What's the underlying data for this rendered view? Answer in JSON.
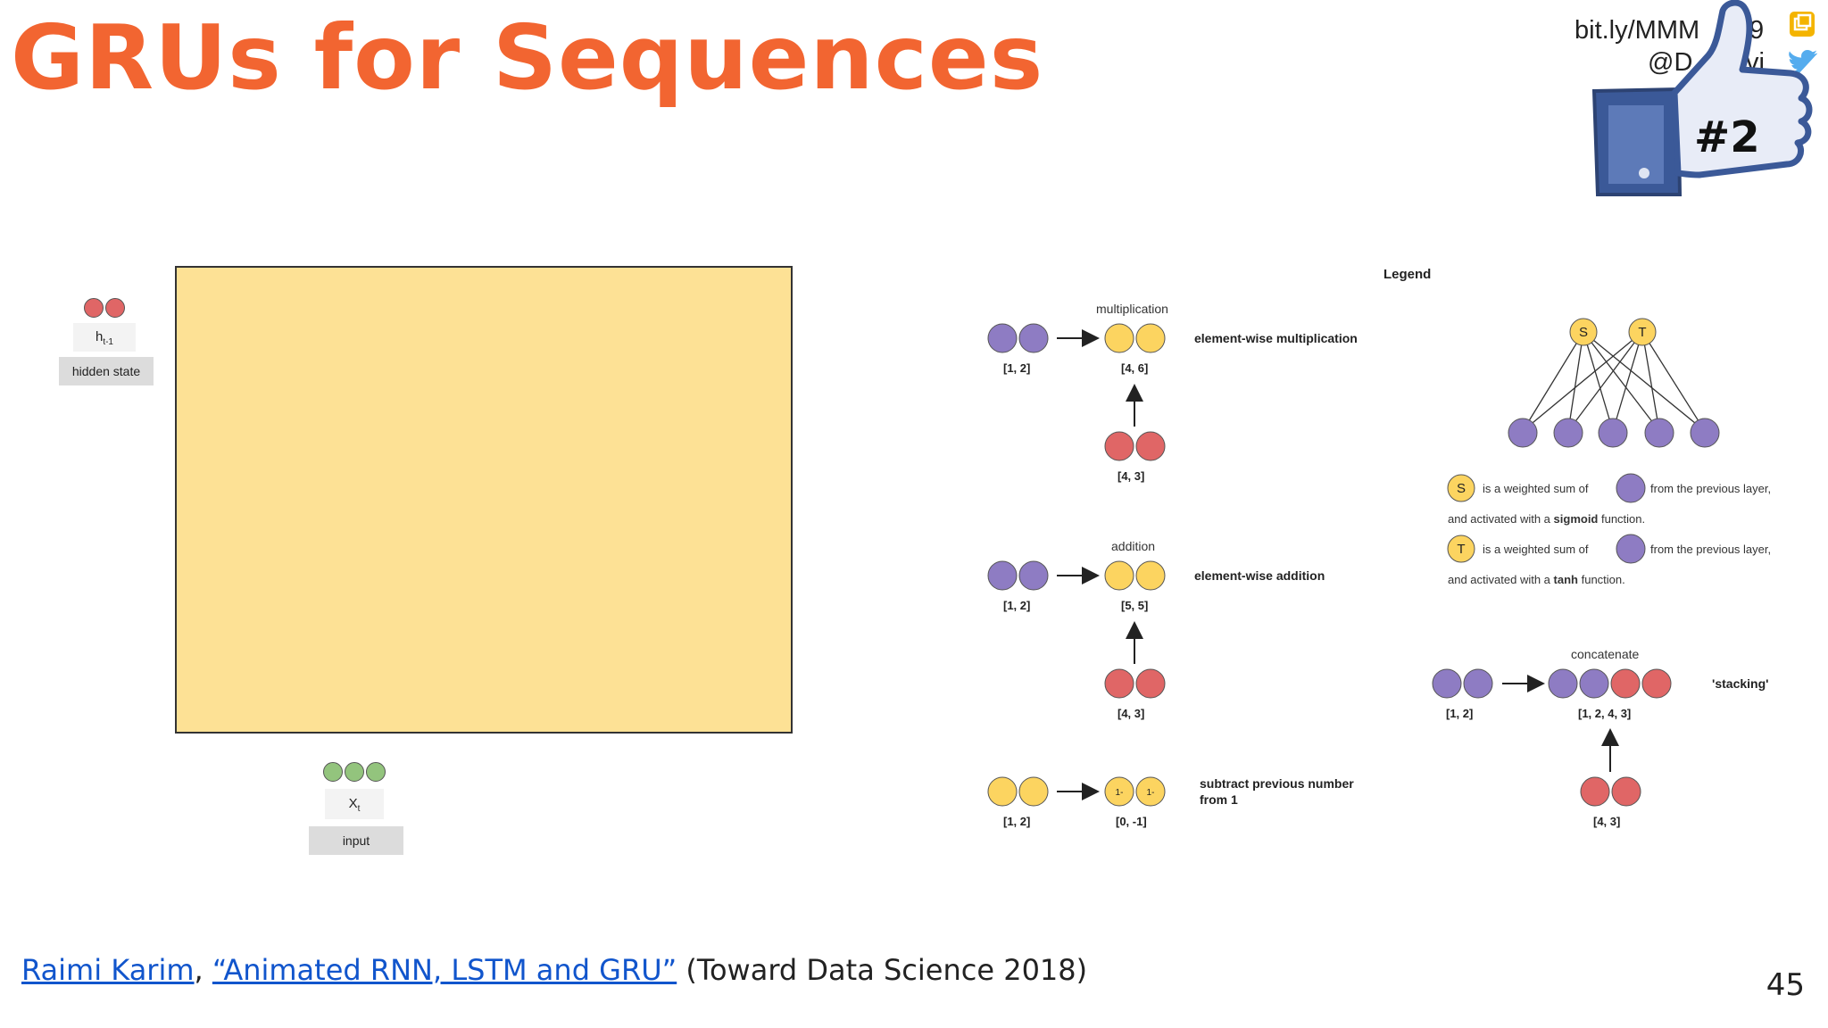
{
  "title": "GRUs for Sequences",
  "header": {
    "link": "bit.ly/MMM",
    "link_tail": "9",
    "handle": "@D",
    "handle_tail": "vi",
    "badge": "#2"
  },
  "left_diagram": {
    "hidden_label": "h",
    "hidden_sub": "t-1",
    "hidden_caption": "hidden state",
    "input_label": "X",
    "input_sub": "t",
    "input_caption": "input"
  },
  "legend": {
    "title": "Legend",
    "mult_op": "multiplication",
    "mult_desc": "element-wise multiplication",
    "mult_a": "[1, 2]",
    "mult_out": "[4, 6]",
    "mult_b": "[4, 3]",
    "add_op": "addition",
    "add_desc": "element-wise addition",
    "add_a": "[1, 2]",
    "add_out": "[5, 5]",
    "add_b": "[4, 3]",
    "sub_desc_1": "subtract previous number",
    "sub_desc_2": "from 1",
    "sub_a": "[1, 2]",
    "sub_out": "[0, -1]",
    "sub_dot_label": "1-",
    "concat_op": "concatenate",
    "concat_desc": "'stacking'",
    "concat_a": "[1, 2]",
    "concat_out": "[1, 2, 4, 3]",
    "concat_b": "[4, 3]",
    "node_s": "S",
    "node_t": "T",
    "s_text_1": "is a weighted sum of",
    "s_text_2": "from the previous layer,",
    "s_text_3a": "and activated with a ",
    "s_text_3b": "sigmoid",
    "s_text_3c": " function.",
    "t_text_1": "is a weighted sum of",
    "t_text_2": "from the previous layer,",
    "t_text_3a": "and activated with a ",
    "t_text_3b": "tanh",
    "t_text_3c": " function."
  },
  "citation": {
    "author": "Raimi Karim",
    "sep": ", ",
    "work": "“Animated RNN, LSTM and GRU”",
    "venue": " (Toward Data Science 2018)"
  },
  "page_number": "45",
  "colors": {
    "title": "#f26531",
    "purple": "#8e7cc3",
    "yellow": "#fcd460",
    "red": "#e06666",
    "green": "#93c47d",
    "box_fill": "#fde195",
    "link": "#1155cc"
  }
}
